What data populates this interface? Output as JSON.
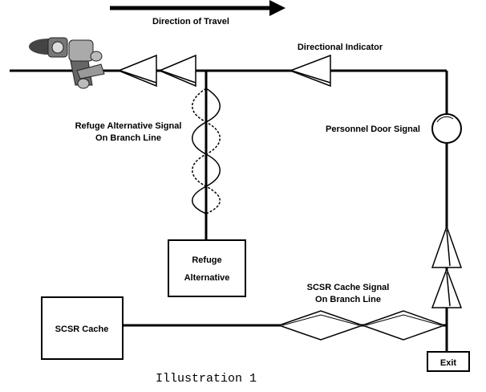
{
  "diagram": {
    "direction_label": "Direction of Travel",
    "directional_indicator_label": "Directional Indicator",
    "refuge_signal_label": [
      "Refuge Alternative Signal",
      "On Branch Line"
    ],
    "personnel_door_label": "Personnel Door Signal",
    "refuge_box_label": [
      "Refuge",
      "Alternative"
    ],
    "scsr_cache_signal_label": [
      "SCSR Cache Signal",
      "On Branch Line"
    ],
    "scsr_cache_box_label": "SCSR Cache",
    "exit_label": "Exit",
    "caption": "Illustration 1"
  },
  "icons": {
    "miner": "miner-figure-icon",
    "arrow": "direction-arrow-icon",
    "cone": "directional-cone-icon",
    "door": "personnel-door-signal-icon",
    "helix": "coiled-line-signal-icon",
    "diamond": "diamond-signal-icon"
  }
}
